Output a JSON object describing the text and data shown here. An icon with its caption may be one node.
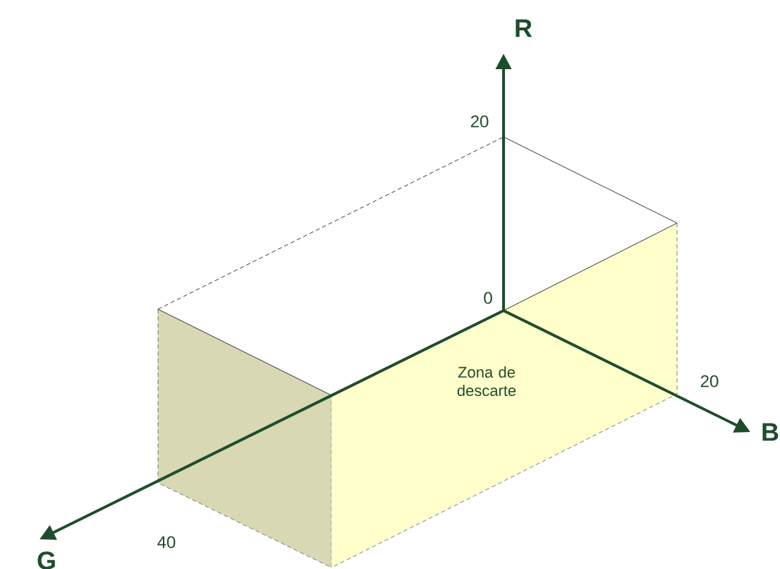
{
  "diagram": {
    "nodes": [
      {
        "text": [
          "Zona de descarte"
        ]
      }
    ],
    "labels": [
      "R",
      "20",
      "0",
      "20",
      "B",
      "40",
      "G"
    ]
  }
}
